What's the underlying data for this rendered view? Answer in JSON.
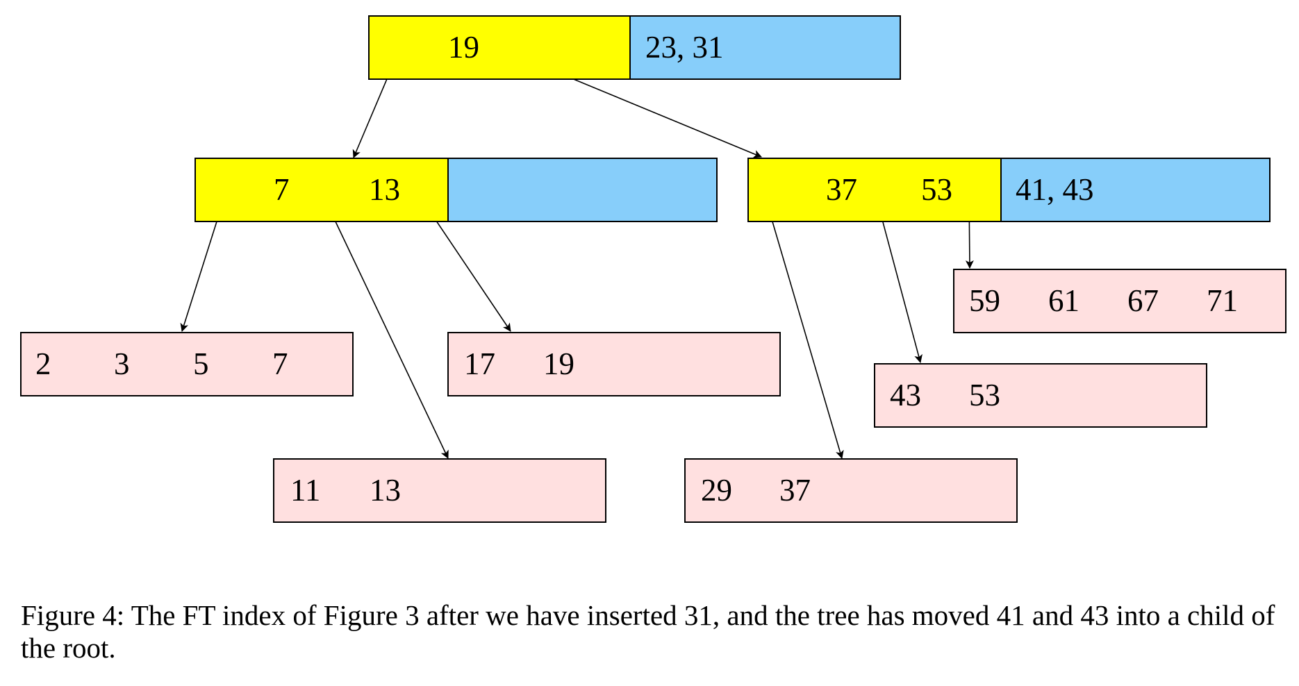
{
  "colors": {
    "pivot_fill": "#ffff00",
    "buffer_fill": "#87cefa",
    "leaf_fill": "#ffe0e0",
    "stroke": "#000000"
  },
  "nodes": [
    {
      "id": "root",
      "role": "internal",
      "pivots": [
        "19"
      ],
      "buffer": "23, 31"
    },
    {
      "id": "left-internal",
      "role": "internal",
      "pivots": [
        "7",
        "13"
      ],
      "buffer": ""
    },
    {
      "id": "right-internal",
      "role": "internal",
      "pivots": [
        "37",
        "53"
      ],
      "buffer": "41, 43"
    },
    {
      "id": "leaf-1",
      "role": "leaf",
      "values": [
        "2",
        "3",
        "5",
        "7"
      ]
    },
    {
      "id": "leaf-2",
      "role": "leaf",
      "values": [
        "11",
        "13"
      ]
    },
    {
      "id": "leaf-3",
      "role": "leaf",
      "values": [
        "17",
        "19"
      ]
    },
    {
      "id": "leaf-4",
      "role": "leaf",
      "values": [
        "29",
        "37"
      ]
    },
    {
      "id": "leaf-5",
      "role": "leaf",
      "values": [
        "43",
        "53"
      ]
    },
    {
      "id": "leaf-6",
      "role": "leaf",
      "values": [
        "59",
        "61",
        "67",
        "71"
      ]
    }
  ],
  "edges": [
    {
      "from": "root",
      "to": "left-internal"
    },
    {
      "from": "root",
      "to": "right-internal"
    },
    {
      "from": "left-internal",
      "to": "leaf-1"
    },
    {
      "from": "left-internal",
      "to": "leaf-2"
    },
    {
      "from": "left-internal",
      "to": "leaf-3"
    },
    {
      "from": "right-internal",
      "to": "leaf-4"
    },
    {
      "from": "right-internal",
      "to": "leaf-5"
    },
    {
      "from": "right-internal",
      "to": "leaf-6"
    }
  ],
  "caption": "Figure 4: The FT index of Figure 3 after we have inserted 31, and the tree has moved 41 and 43 into a child of the root."
}
